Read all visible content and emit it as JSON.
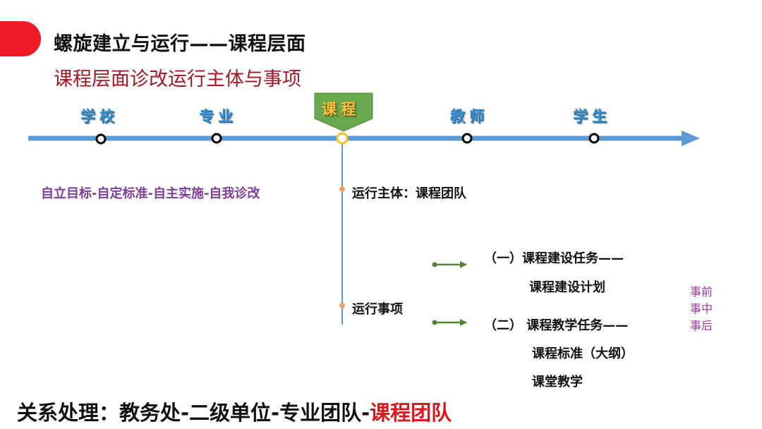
{
  "header": {
    "title": "螺旋建立与运行——课程层面",
    "subtitle": "课程层面诊改运行主体与事项"
  },
  "timeline": {
    "nodes": [
      "学校",
      "专业",
      "课程",
      "教师",
      "学生"
    ],
    "active": "课程"
  },
  "principle": "自立目标-自定标准-自主实施-自我诊改",
  "operation": {
    "subject": "运行主体：课程团队",
    "matters": "运行事项",
    "tasks": [
      {
        "heading": "（一）课程建设任务——",
        "details": [
          "课程建设计划"
        ]
      },
      {
        "heading": "（二） 课程教学任务——",
        "details": [
          "课程标准（大纲）",
          "课堂教学"
        ]
      }
    ],
    "side_note": [
      "事前",
      "事中",
      "事后"
    ]
  },
  "footer": {
    "prefix": "关系处理：教务处-二级单位-专业团队-",
    "highlight": "课程团队"
  },
  "colors": {
    "timeline": "#5b9bd5",
    "node_label": "#3c8fcc",
    "banner": "#6aa84f",
    "arrow": "#548235",
    "accent_red": "#e0141c",
    "purple": "#7d3f98"
  }
}
